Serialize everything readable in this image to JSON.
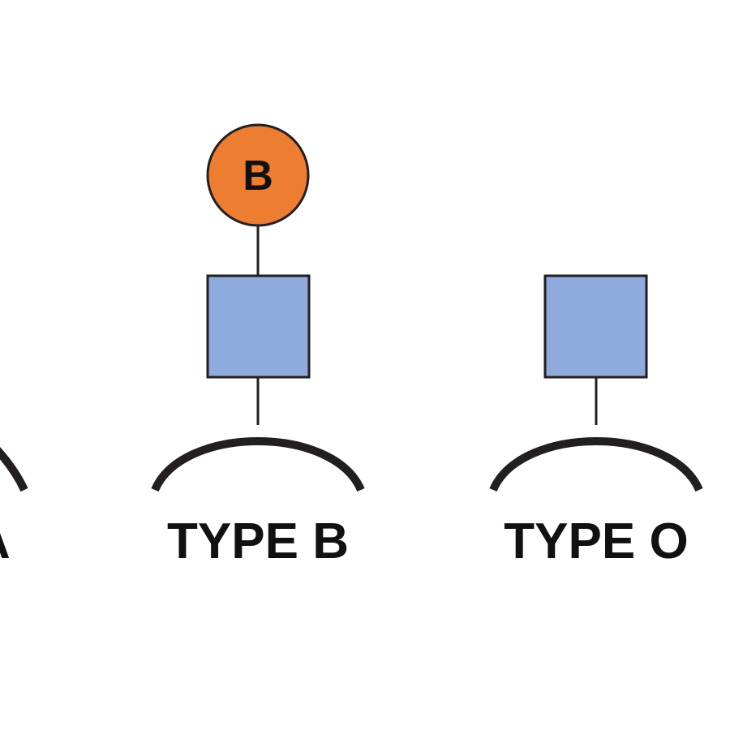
{
  "diagram": {
    "colors": {
      "antigen_b_fill": "#ED7D31",
      "base_sugar_fill": "#8FAADC",
      "outline": "#231F20",
      "text": "#111111"
    },
    "partial_left": {
      "label_fragment": "A"
    },
    "type_b": {
      "label": "TYPE B",
      "antigen_letter": "B"
    },
    "type_o": {
      "label": "TYPE O"
    }
  }
}
